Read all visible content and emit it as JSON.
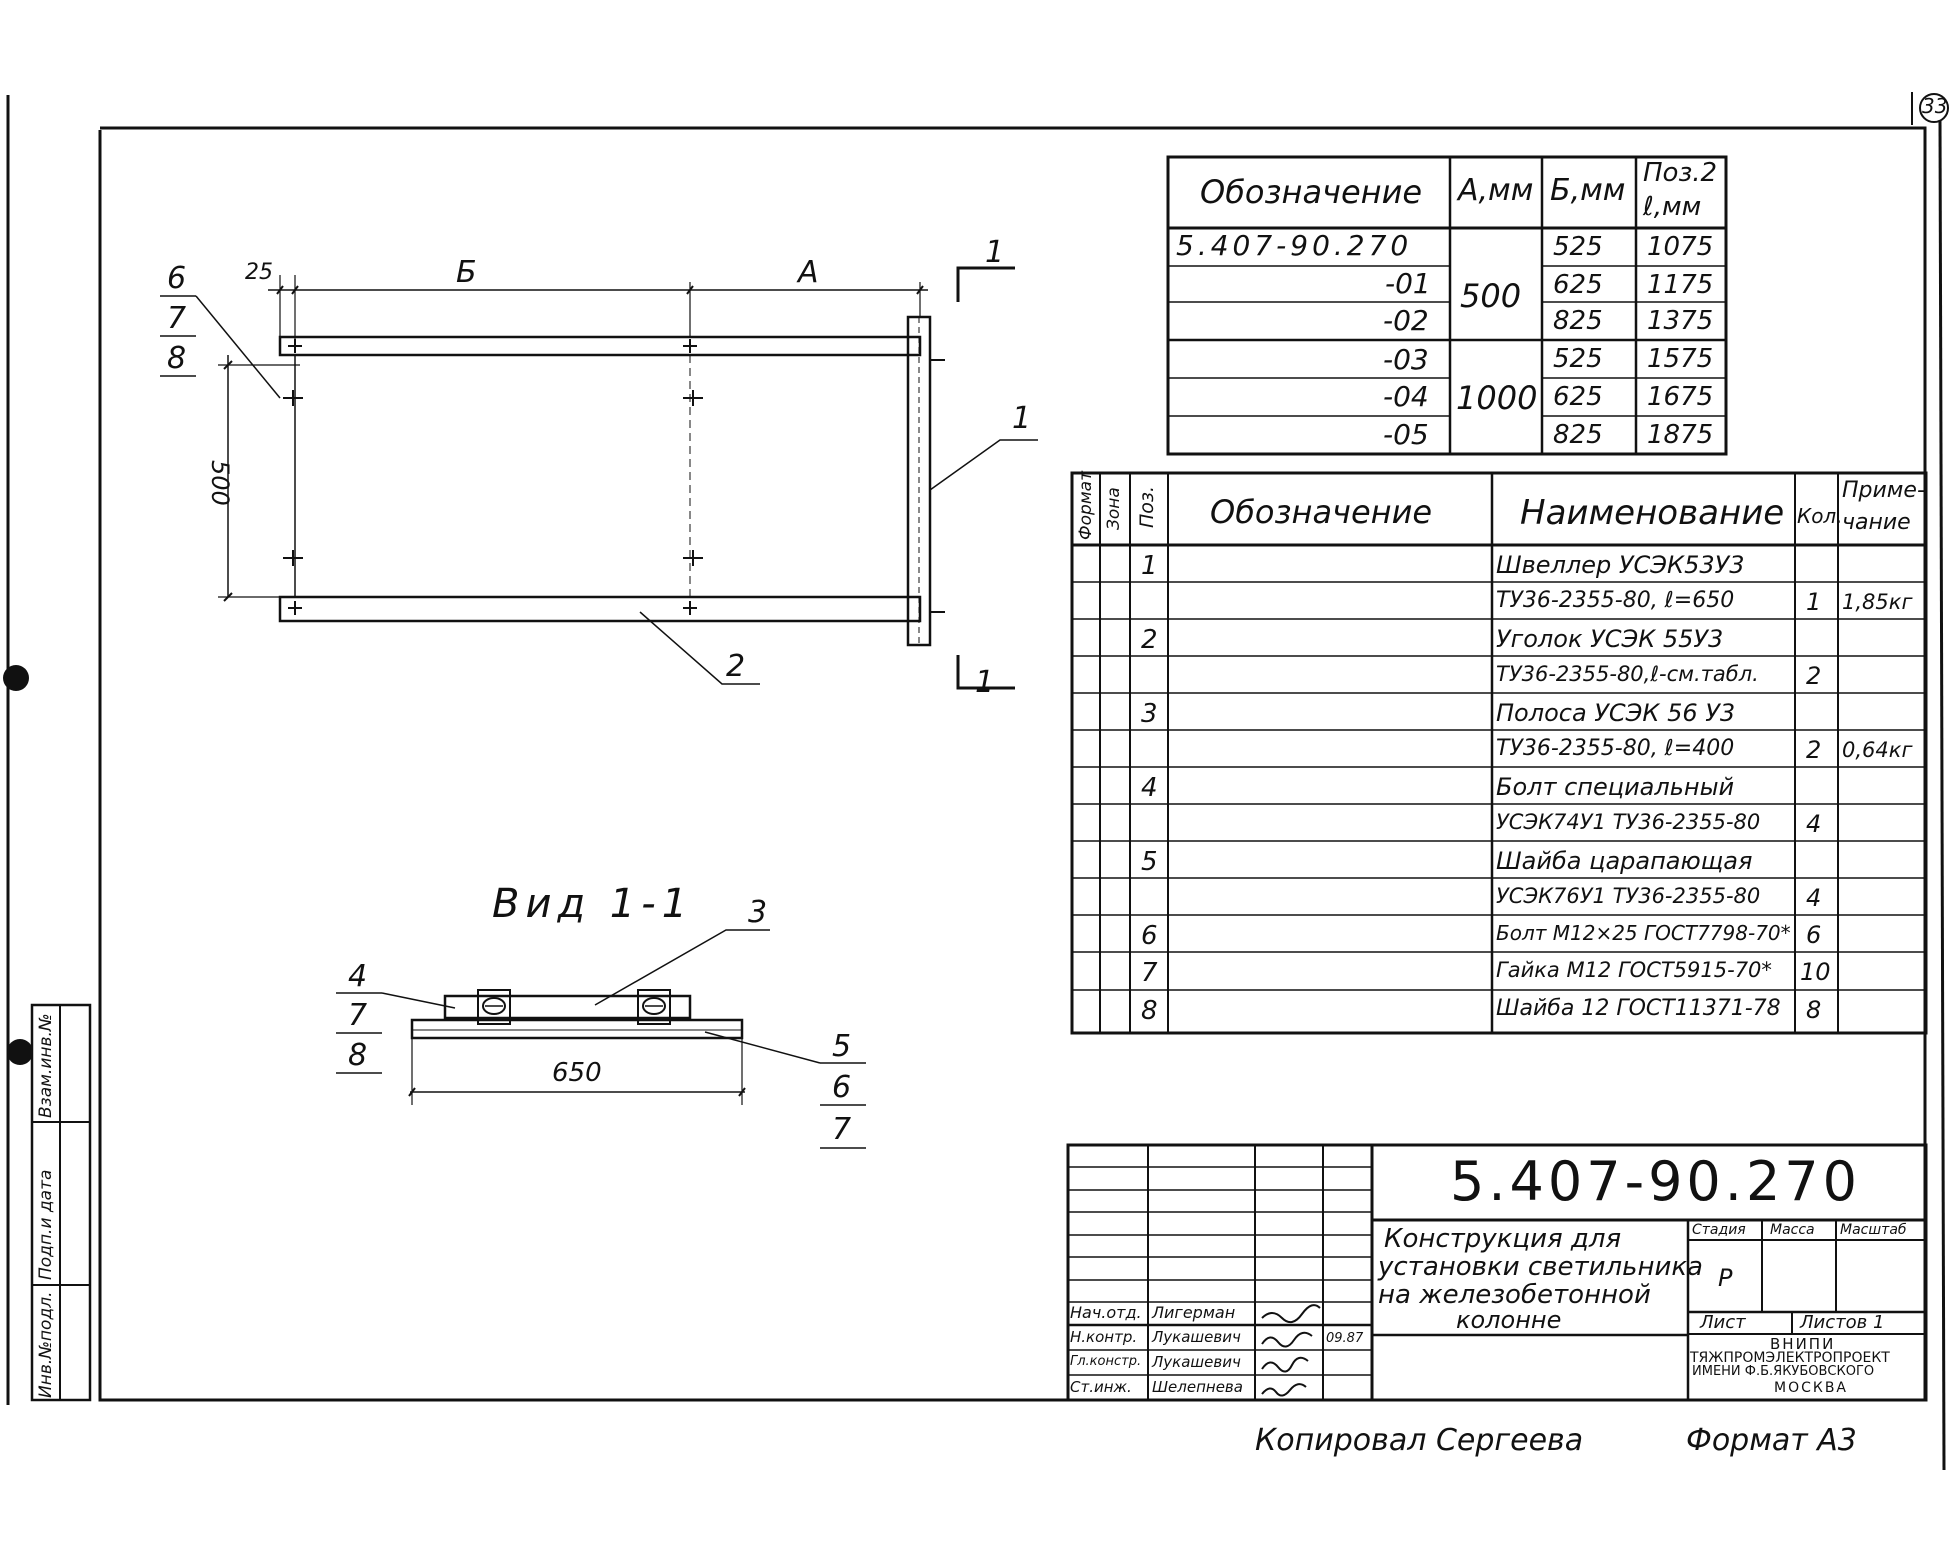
{
  "page_number": "33",
  "design_table": {
    "headers": [
      "Обозначение",
      "А,мм",
      "Б,мм",
      "Поз.2",
      "ℓ,мм"
    ],
    "rows": [
      {
        "code": "5.407-90.270",
        "a": "",
        "b": "525",
        "l": "1075"
      },
      {
        "code": "-01",
        "a": "",
        "b": "625",
        "l": "1175"
      },
      {
        "code": "-02",
        "a": "",
        "b": "825",
        "l": "1375"
      },
      {
        "code": "-03",
        "a": "",
        "b": "525",
        "l": "1575"
      },
      {
        "code": "-04",
        "a": "",
        "b": "625",
        "l": "1675"
      },
      {
        "code": "-05",
        "a": "",
        "b": "825",
        "l": "1875"
      }
    ],
    "a_group_1": "500",
    "a_group_2": "1000"
  },
  "spec_table": {
    "headers": {
      "format": "Формат",
      "zone": "Зона",
      "pos": "Поз.",
      "designation": "Обозначение",
      "name": "Наименование",
      "qty": "Кол.",
      "note_1": "Приме-",
      "note_2": "чание"
    },
    "rows": [
      {
        "pos": "1",
        "name": "Швеллер УСЭК53У3",
        "qty": "",
        "note": ""
      },
      {
        "pos": "",
        "name": "ТУ36-2355-80, ℓ=650",
        "qty": "1",
        "note": "1,85кг"
      },
      {
        "pos": "2",
        "name": "Уголок УСЭК 55У3",
        "qty": "",
        "note": ""
      },
      {
        "pos": "",
        "name": "ТУ36-2355-80,ℓ-см.табл.",
        "qty": "2",
        "note": ""
      },
      {
        "pos": "3",
        "name": "Полоса УСЭК 56 У3",
        "qty": "",
        "note": ""
      },
      {
        "pos": "",
        "name": "ТУ36-2355-80, ℓ=400",
        "qty": "2",
        "note": "0,64кг"
      },
      {
        "pos": "4",
        "name": "Болт специальный",
        "qty": "",
        "note": ""
      },
      {
        "pos": "",
        "name": "УСЭК74У1 ТУ36-2355-80",
        "qty": "4",
        "note": ""
      },
      {
        "pos": "5",
        "name": "Шайба царапающая",
        "qty": "",
        "note": ""
      },
      {
        "pos": "",
        "name": "УСЭК76У1 ТУ36-2355-80",
        "qty": "4",
        "note": ""
      },
      {
        "pos": "6",
        "name": "Болт М12×25 ГОСТ7798-70*",
        "qty": "6",
        "note": ""
      },
      {
        "pos": "7",
        "name": "Гайка М12 ГОСТ5915-70*",
        "qty": "10",
        "note": ""
      },
      {
        "pos": "8",
        "name": "Шайба 12 ГОСТ11371-78",
        "qty": "8",
        "note": ""
      }
    ]
  },
  "drawing": {
    "dim_25": "25",
    "dim_b": "Б",
    "dim_a": "А",
    "dim_500": "500",
    "section_mark": "1",
    "callout_1": "1",
    "callout_2": "2",
    "callout_stack_top": [
      "6",
      "7",
      "8"
    ],
    "view_title": "Вид 1-1",
    "callout_3": "3",
    "callout_stack_left": [
      "4",
      "7",
      "8"
    ],
    "callout_stack_right": [
      "5",
      "6",
      "7"
    ],
    "dim_650": "650"
  },
  "title_block": {
    "doc_number": "5.407-90.270",
    "title_lines": [
      "Конструкция для",
      "установки светильника",
      "на железобетонной",
      "колонне"
    ],
    "stage_label": "Стадия",
    "mass_label": "Масса",
    "scale_label": "Масштаб",
    "stage_value": "Р",
    "sheet_label": "Лист",
    "sheets_label": "Листов 1",
    "org_lines": [
      "ВНИПИ",
      "ТЯЖПРОМЭЛЕКТРОПРОЕКТ",
      "ИМЕНИ Ф.Б.ЯКУБОВСКОГО",
      "МОСКВА"
    ],
    "signatures": [
      {
        "role": "Нач.отд.",
        "name": "Лигерман",
        "date": ""
      },
      {
        "role": "Н.контр.",
        "name": "Лукашевич",
        "date": "09.87"
      },
      {
        "role": "Гл.констр.",
        "name": "Лукашевич",
        "date": ""
      },
      {
        "role": "Ст.инж.",
        "name": "Шелепнева",
        "date": ""
      }
    ]
  },
  "side_stamp": [
    "Инв.№подл.",
    "Подп.и дата",
    "Взам.инв.№"
  ],
  "footer": {
    "copied": "Копировал Сергеева",
    "format": "Формат А3"
  }
}
